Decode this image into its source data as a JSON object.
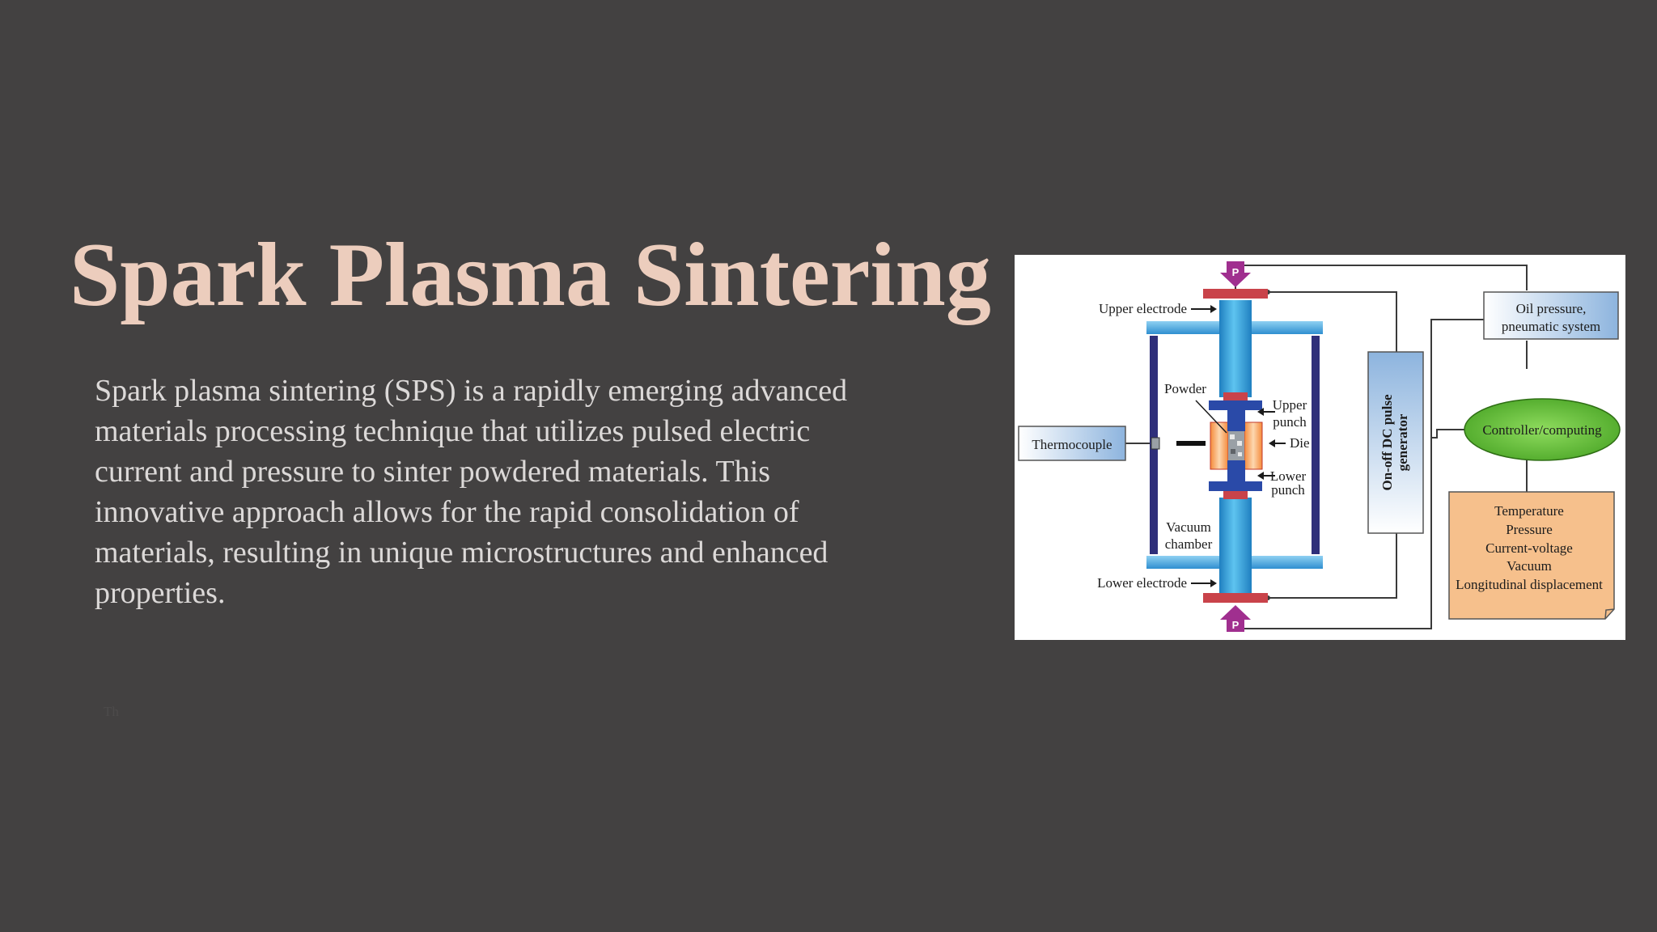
{
  "slide": {
    "title": "Spark Plasma Sintering",
    "body": "Spark plasma sintering (SPS) is a rapidly emerging advanced materials processing technique that utilizes pulsed electric current and pressure to sinter powdered materials. This innovative approach allows for the rapid consolidation of materials, resulting in unique microstructures and enhanced properties.",
    "footnote": "Th"
  },
  "diagram": {
    "pressure_marker": "P",
    "upper_electrode": "Upper electrode",
    "lower_electrode": "Lower electrode",
    "thermocouple": "Thermocouple",
    "powder": "Powder",
    "upper_punch": [
      "Upper",
      "punch"
    ],
    "die": "Die",
    "lower_punch": [
      "Lower",
      "punch"
    ],
    "vacuum_chamber": [
      "Vacuum",
      "chamber"
    ],
    "pulse_generator": [
      "On-off DC pulse",
      "generator"
    ],
    "oil_pressure": [
      "Oil pressure,",
      "pneumatic system"
    ],
    "controller": "Controller/computing",
    "parameters": [
      "Temperature",
      "Pressure",
      "Current-voltage",
      "Vacuum",
      "Longitudinal displacement"
    ]
  },
  "colors": {
    "background": "#434141",
    "title": "#eccdbd",
    "body_text": "#dcd9d8",
    "column_blue": "#3ea8e0",
    "electrode_red": "#c9434a",
    "pressure_purple": "#a02f8f",
    "controller_green": "#5cb531",
    "parameters_orange": "#f6c08c"
  }
}
